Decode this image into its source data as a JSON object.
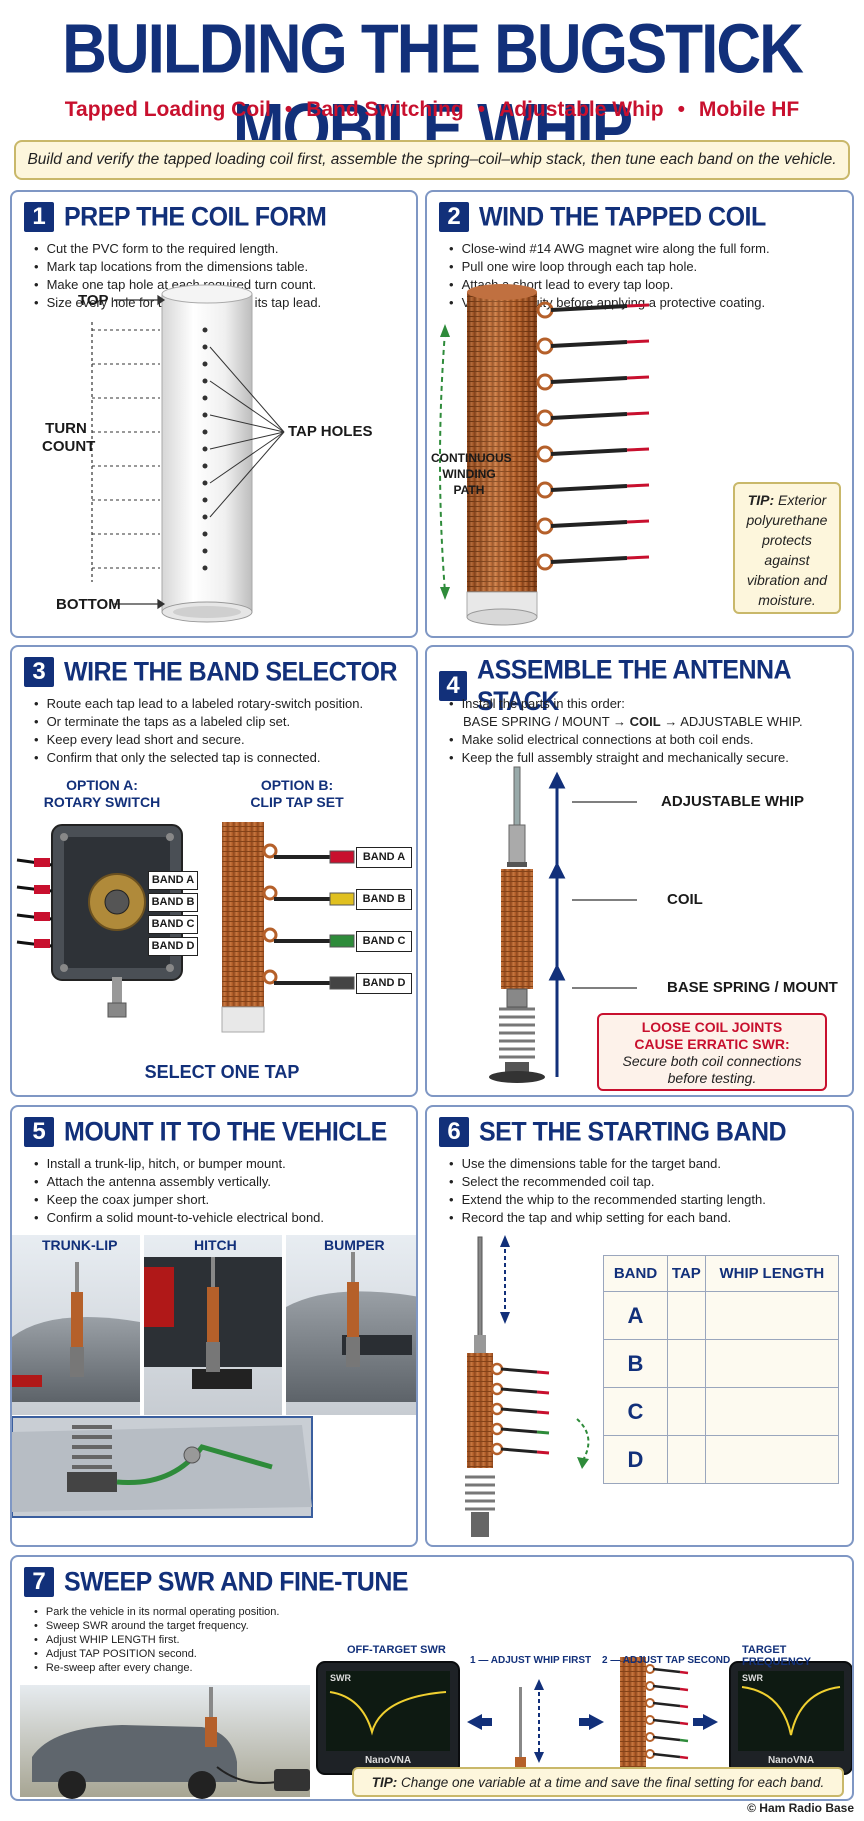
{
  "header": {
    "title": "BUILDING THE BUGSTICK MOBILE WHIP",
    "subtitle_items": [
      "Tapped Loading Coil",
      "Band Switching",
      "Adjustable Whip",
      "Mobile HF"
    ],
    "intro": "Build and verify the tapped loading coil first, assemble the spring–coil–whip stack, then tune each band on the vehicle."
  },
  "steps": [
    {
      "num": "1",
      "title": "PREP THE COIL FORM",
      "bullets": [
        "Cut the PVC form to the required length.",
        "Mark tap locations from the dimensions table.",
        "Make one tap hole at each required turn count.",
        "Size every hole for the winding plus its tap lead."
      ],
      "labels": {
        "top": "TOP",
        "turn_count_1": "TURN",
        "turn_count_2": "COUNT",
        "bottom": "BOTTOM",
        "tap_holes": "TAP HOLES"
      }
    },
    {
      "num": "2",
      "title": "WIND THE TAPPED COIL",
      "bullets": [
        "Close-wind #14 AWG magnet wire along the full form.",
        "Pull one wire loop through each tap hole.",
        "Attach a short lead to every tap loop.",
        "Verify continuity before applying a protective coating."
      ],
      "labels": {
        "path_1": "CONTINUOUS",
        "path_2": "WINDING",
        "path_3": "PATH"
      },
      "tip_label": "TIP:",
      "tip": "Exterior polyurethane protects against vibration and moisture."
    },
    {
      "num": "3",
      "title": "WIRE THE BAND SELECTOR",
      "bullets": [
        "Route each tap lead to a labeled rotary-switch position.",
        "Or terminate the taps as a labeled clip set.",
        "Keep every lead short and secure.",
        "Confirm that only the selected tap is connected."
      ],
      "option_a_1": "OPTION A:",
      "option_a_2": "ROTARY SWITCH",
      "option_b_1": "OPTION B:",
      "option_b_2": "CLIP TAP SET",
      "bands": [
        "BAND A",
        "BAND B",
        "BAND C",
        "BAND D"
      ],
      "caption": "SELECT ONE TAP"
    },
    {
      "num": "4",
      "title": "ASSEMBLE THE ANTENNA STACK",
      "bullets": [
        "Install the parts in this order:",
        "Make solid electrical connections at both coil ends.",
        "Keep the full assembly straight and mechanically secure."
      ],
      "order_a": "BASE SPRING / MOUNT",
      "order_arrow_1": "→",
      "order_b": "COIL",
      "order_arrow_2": "→",
      "order_c": "ADJUSTABLE WHIP.",
      "labels": {
        "whip": "ADJUSTABLE WHIP",
        "coil": "COIL",
        "base": "BASE SPRING / MOUNT"
      },
      "warn_title_1": "LOOSE COIL JOINTS",
      "warn_title_2": "CAUSE ERRATIC SWR:",
      "warn_body_1": "Secure both coil connections",
      "warn_body_2": "before testing."
    },
    {
      "num": "5",
      "title": "MOUNT IT TO THE VEHICLE",
      "bullets": [
        "Install a trunk-lip, hitch, or bumper mount.",
        "Attach the antenna assembly vertically.",
        "Keep the coax jumper short.",
        "Confirm a solid mount-to-vehicle electrical bond."
      ],
      "mounts": [
        "TRUNK-LIP",
        "HITCH",
        "BUMPER"
      ]
    },
    {
      "num": "6",
      "title": "SET THE STARTING BAND",
      "bullets": [
        "Use the dimensions table for the target band.",
        "Select the recommended coil tap.",
        "Extend the whip to the recommended starting length.",
        "Record the tap and whip setting for each band."
      ],
      "table_headers": [
        "BAND",
        "TAP",
        "WHIP LENGTH"
      ],
      "table_rows": [
        "A",
        "B",
        "C",
        "D"
      ]
    },
    {
      "num": "7",
      "title": "SWEEP SWR AND FINE-TUNE",
      "bullets": [
        "Park the vehicle in its normal operating position.",
        "Sweep SWR around the target frequency.",
        "Adjust WHIP LENGTH first.",
        "Adjust TAP POSITION second.",
        "Re-sweep after every change."
      ],
      "step_1": "1 — ADJUST WHIP FIRST",
      "step_2": "2 — ADJUST TAP SECOND",
      "off_target": "OFF-TARGET SWR",
      "target": "TARGET FREQUENCY",
      "screen_label": "SWR",
      "device": "NanoVNA",
      "tip_label": "TIP:",
      "tip": "Change one variable at a time and save the final setting for each band."
    }
  ],
  "footer": "© Ham Radio Base",
  "colors": {
    "navy": "#12307a",
    "red": "#c8102e",
    "copper": "#b5602a",
    "panel_border": "#7f97c4",
    "tip_bg": "#fdf6dc"
  }
}
